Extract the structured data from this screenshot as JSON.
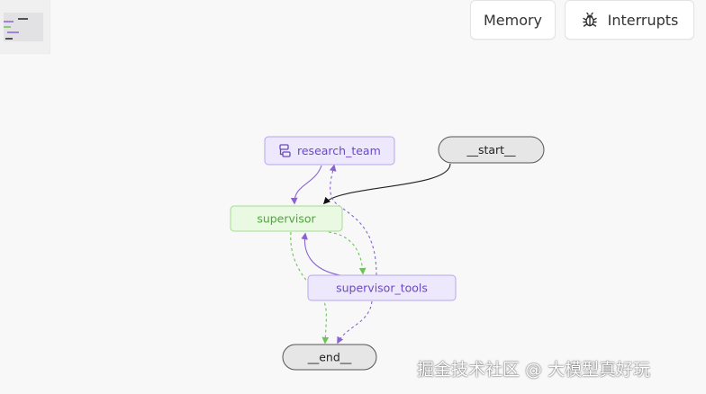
{
  "toolbar": {
    "memory_label": "Memory",
    "interrupts_label": "Interrupts",
    "interrupts_icon": "bug-icon"
  },
  "graph": {
    "nodes": {
      "research_team": {
        "label": "research_team",
        "icon": "subgraph-icon"
      },
      "start": {
        "label": "__start__"
      },
      "supervisor": {
        "label": "supervisor"
      },
      "supervisor_tools": {
        "label": "supervisor_tools"
      },
      "end": {
        "label": "__end__"
      }
    },
    "colors": {
      "purple": "#8a63d2",
      "green": "#6cc257",
      "black": "#222222",
      "purple_node_fill": "#ede8fb",
      "green_node_fill": "#e9f9e2",
      "gray_node_fill": "#e8e8e8"
    }
  },
  "watermark": {
    "text": "掘金技术社区 @ 大模型真好玩"
  }
}
